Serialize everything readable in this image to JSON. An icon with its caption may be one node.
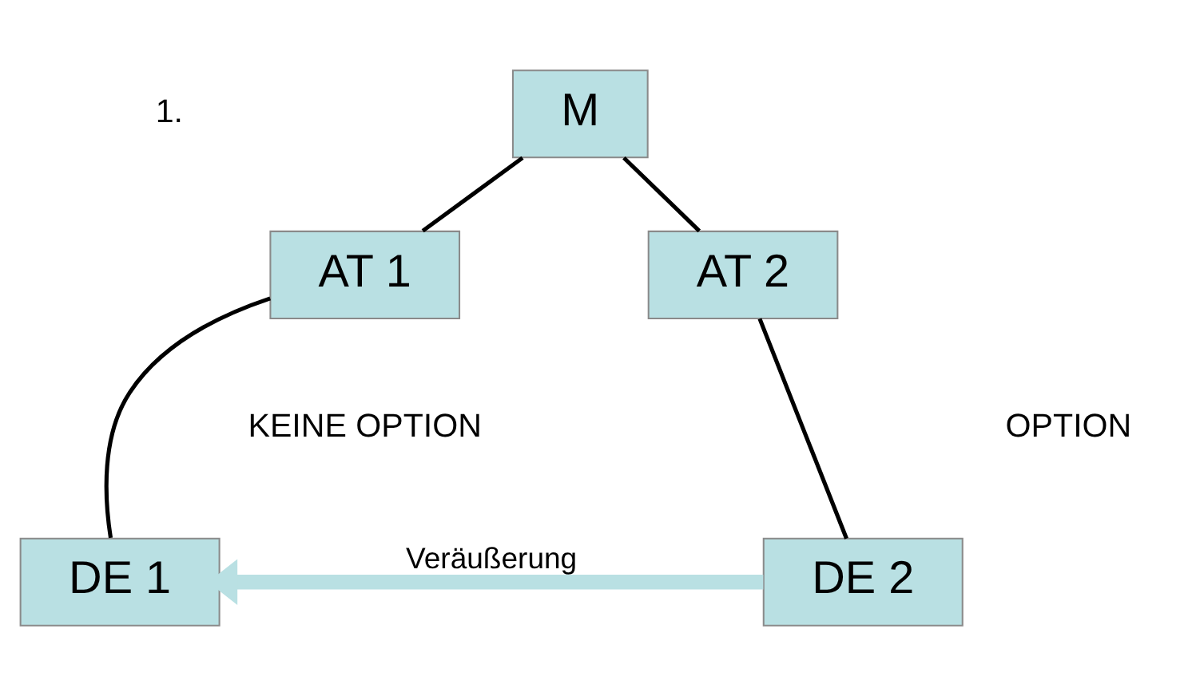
{
  "diagram": {
    "nodes": [
      {
        "text": [
          "M"
        ]
      },
      {
        "text": [
          "AT 1"
        ]
      },
      {
        "text": [
          "AT 2"
        ]
      },
      {
        "text": [
          "DE 1"
        ]
      },
      {
        "text": [
          "DE 2"
        ]
      }
    ],
    "edges": [
      {
        "from": 0,
        "to": 1,
        "arrow": "none"
      },
      {
        "from": 0,
        "to": 2,
        "arrow": "none"
      },
      {
        "from": 1,
        "to": 3,
        "arrow": "none"
      },
      {
        "from": 2,
        "to": 4,
        "arrow": "none"
      },
      {
        "from": 4,
        "to": 3,
        "arrow": "to",
        "label": "Veräußerung",
        "style": "thick",
        "color": "#b9e0e3"
      }
    ],
    "labels": [
      "1.",
      "KEINE OPTION",
      "OPTION"
    ]
  }
}
